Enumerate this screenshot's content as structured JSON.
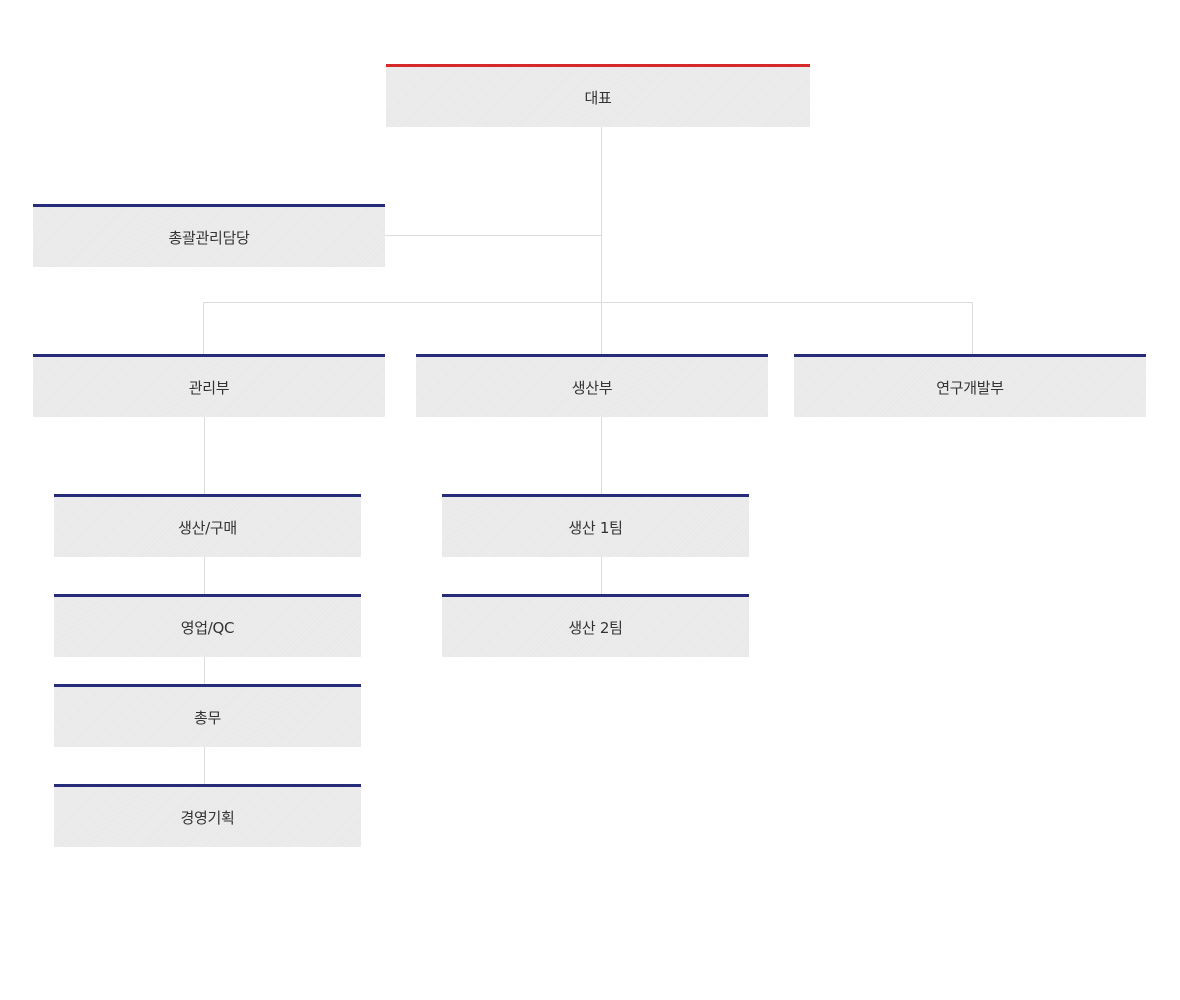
{
  "org_chart": {
    "ceo": "대표",
    "general_manager": "총괄관리담당",
    "departments": {
      "management": "관리부",
      "production": "생산부",
      "rnd": "연구개발부"
    },
    "management_teams": [
      "생산/구매",
      "영업/QC",
      "총무",
      "경영기획"
    ],
    "production_teams": [
      "생산 1팀",
      "생산 2팀"
    ]
  },
  "colors": {
    "top_accent": "#d62a2a",
    "node_accent": "#262b7a",
    "connector": "#dcdcdc",
    "box_fill": "#ececec"
  }
}
